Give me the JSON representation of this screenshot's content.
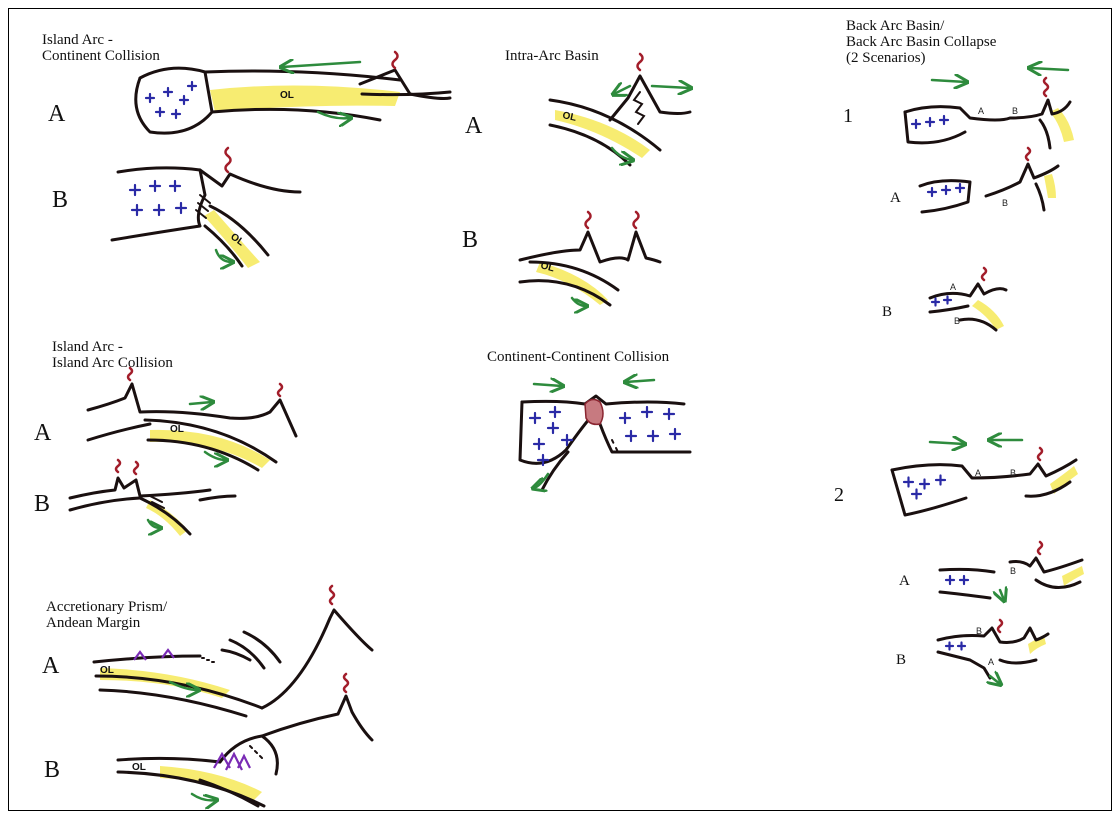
{
  "panels": {
    "arc_continent": {
      "title": "Island Arc -\nContinent Collision",
      "a": "A",
      "b": "B"
    },
    "intra_arc": {
      "title": "Intra-Arc Basin",
      "a": "A",
      "b": "B"
    },
    "back_arc": {
      "title": "Back Arc Basin/\nBack Arc Basin Collapse\n(2 Scenarios)",
      "s1": "1",
      "s1a": "A",
      "s1b": "B",
      "s2": "2",
      "s2a": "A",
      "s2b": "B"
    },
    "arc_arc": {
      "title": "Island Arc -\nIsland Arc Collision",
      "a": "A",
      "b": "B"
    },
    "cc": {
      "title": "Continent-Continent Collision"
    },
    "accretionary": {
      "title": "Accretionary Prism/\nAndean Margin",
      "a": "A",
      "b": "B"
    }
  },
  "sketch_text": {
    "ol": "OL",
    "pt_a": "A",
    "pt_b": "B"
  },
  "colors": {
    "crust": "#1a1010",
    "slab": "#f4e542",
    "arrow": "#2e8b3d",
    "volcano": "#a21d2a",
    "continent_plus": "#2a2aa6",
    "prism": "#7a2bb5"
  }
}
